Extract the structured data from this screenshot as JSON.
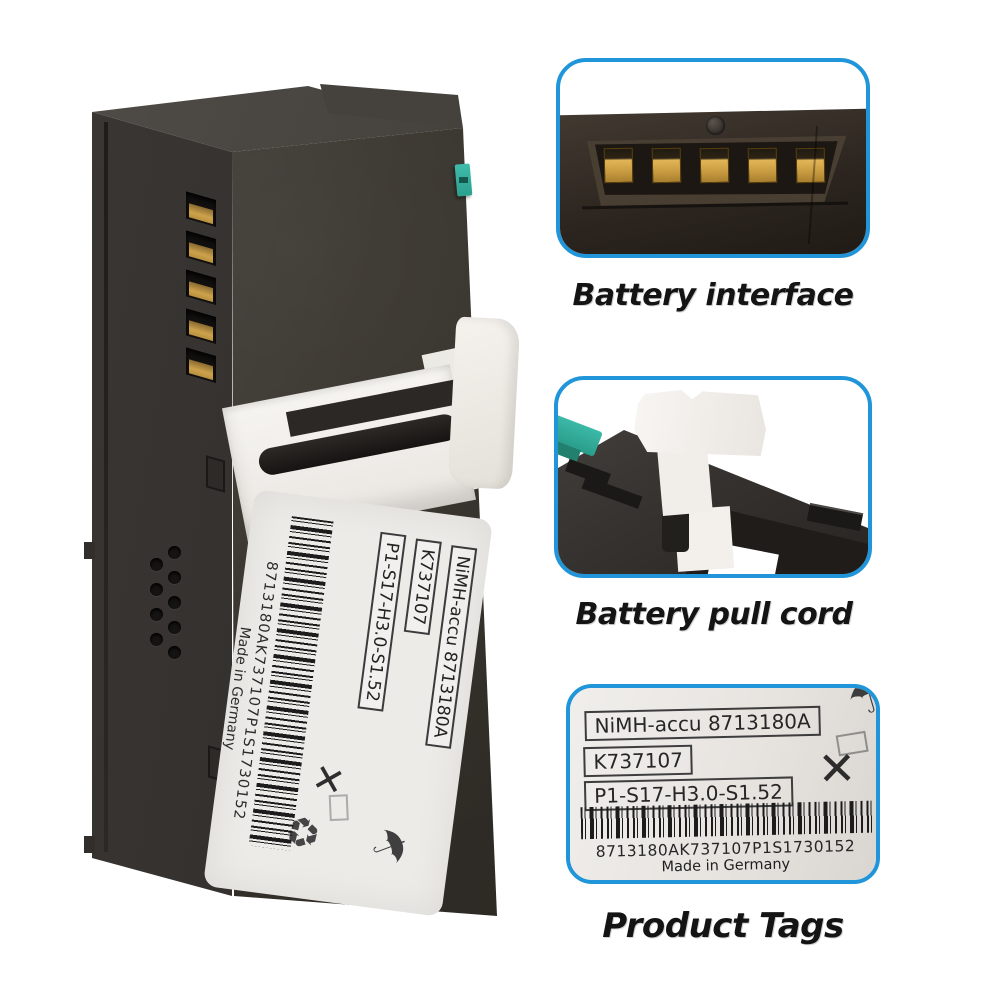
{
  "battery_label": {
    "model_line": "NiMH-accu 8713180A",
    "code_line": "K737107",
    "spec_line": "P1-S17-H3.0-S1.52",
    "serial_line": "8713180AK737107P1S1730152",
    "origin_line": "Made in Germany"
  },
  "callouts": [
    {
      "caption": "Battery interface"
    },
    {
      "caption": "Battery pull cord"
    },
    {
      "caption": "Product Tags"
    }
  ],
  "icons": {
    "umbrella_glyph": "☂",
    "recycle_glyph": "♻",
    "prohibition_glyph": "✕"
  },
  "colors": {
    "callout_border": "#2095da",
    "teal_clip": "#35b2a0",
    "gold_contact": "#d2a855",
    "battery_dark": "#2b2825",
    "label_bg": "#edebe8",
    "caption_text": "#141414"
  }
}
